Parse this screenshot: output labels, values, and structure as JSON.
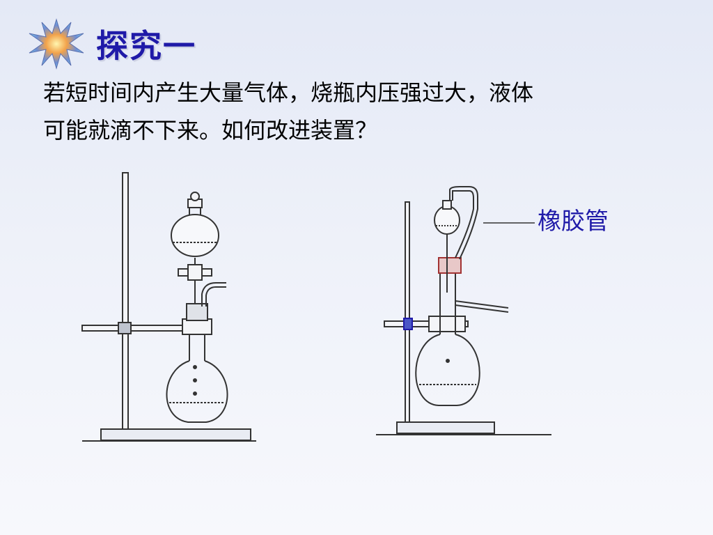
{
  "slide": {
    "title": "探究一",
    "title_color": "#1f1aa8",
    "paragraph_lines": [
      "若短时间内产生大量气体，烧瓶内压强过大，液体",
      "可能就滴不下来。如何改进装置？"
    ]
  },
  "figures": {
    "left_icon": "separatory-funnel-flask-apparatus",
    "right_icon": "improved-apparatus-with-rubber-tube",
    "right_label": "橡胶管"
  }
}
